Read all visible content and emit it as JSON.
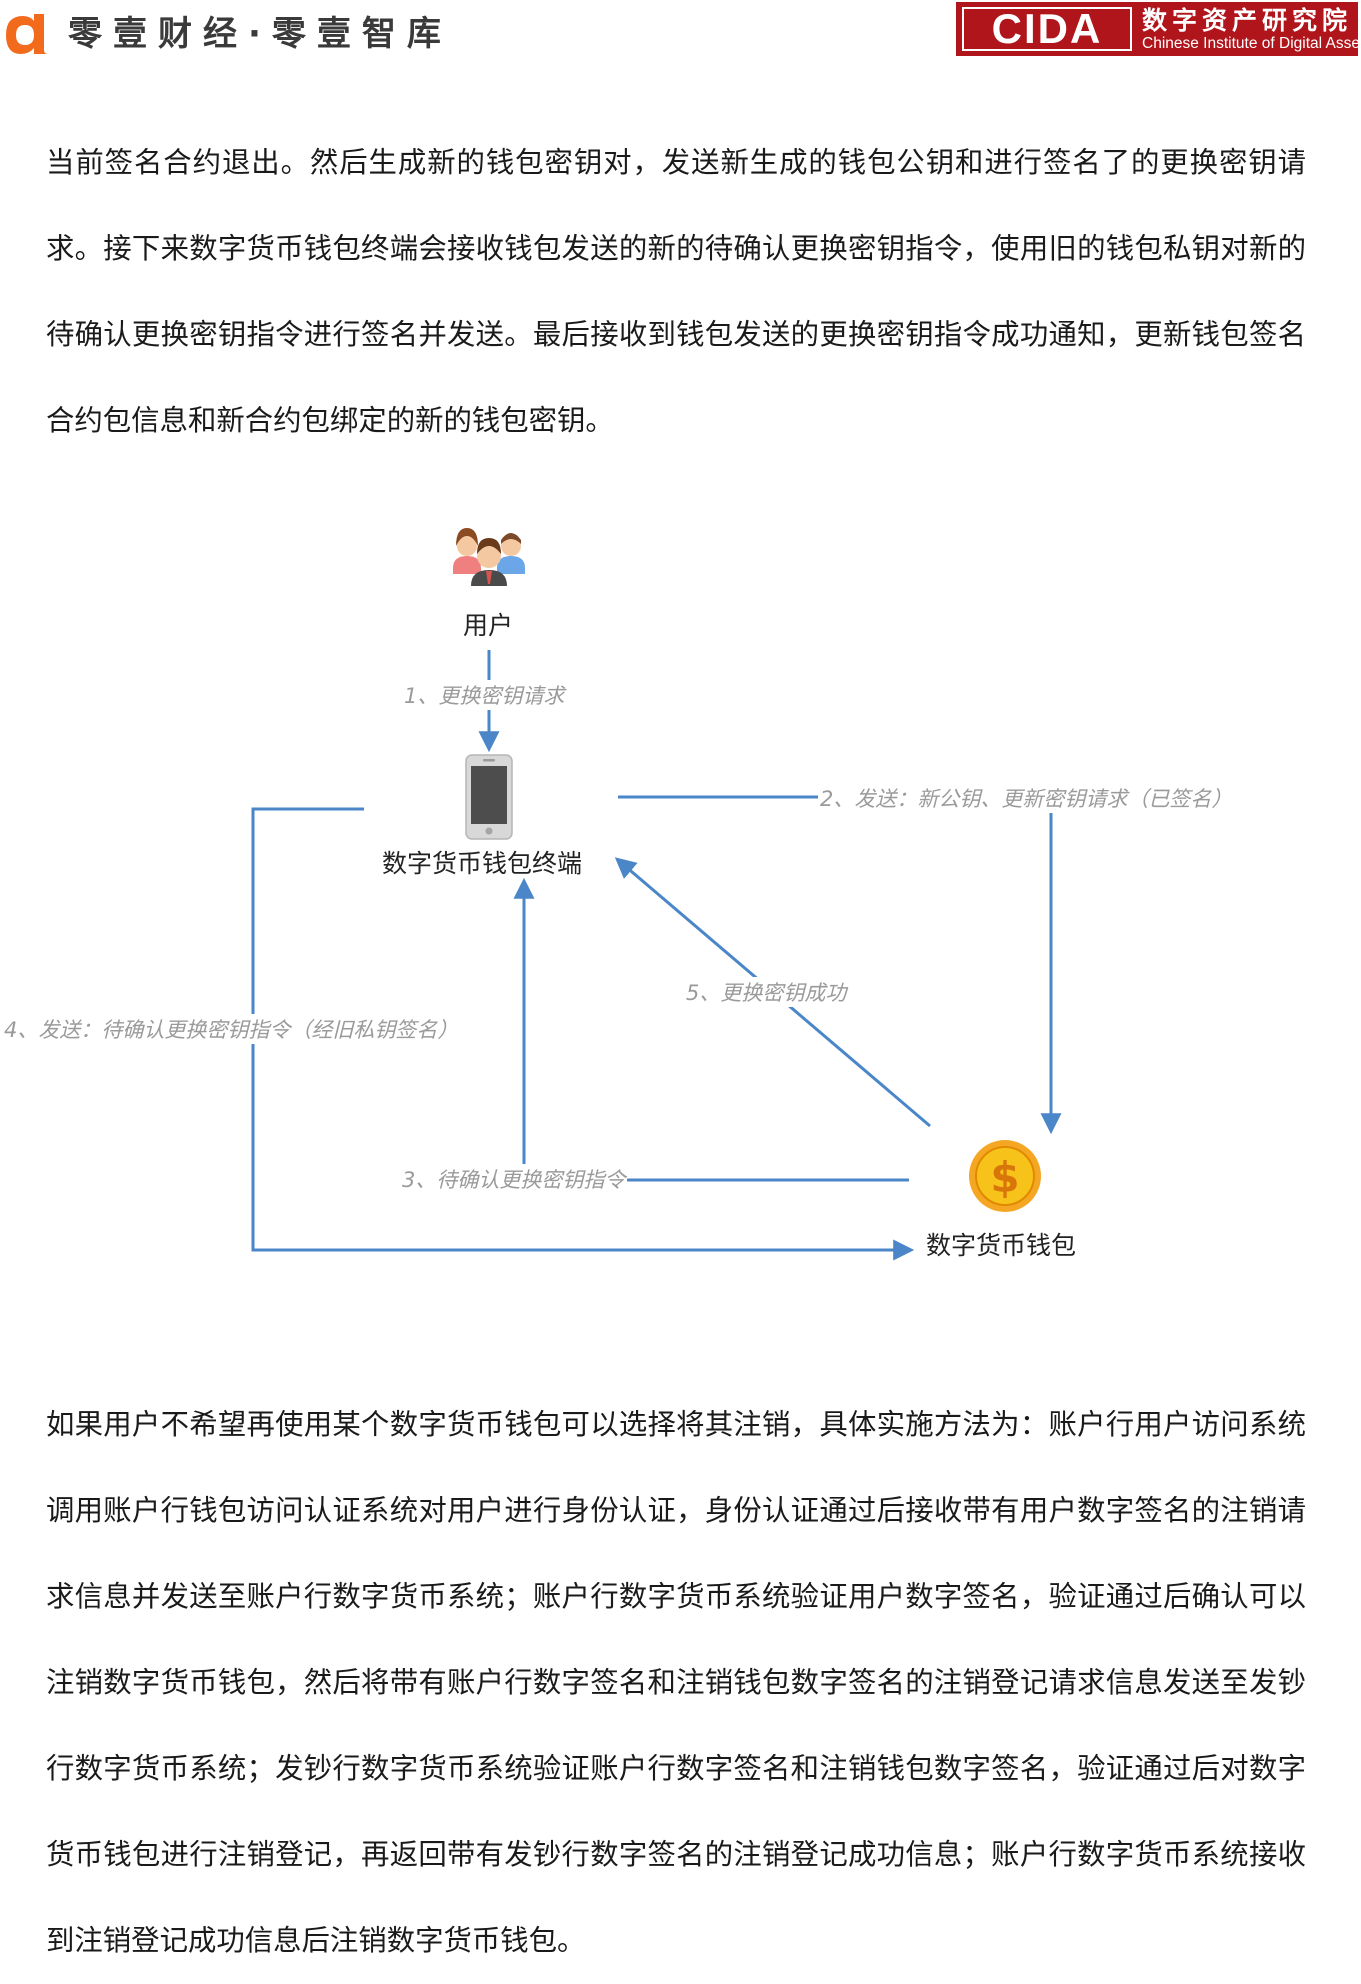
{
  "header": {
    "brand": "零壹财经·零壹智库",
    "cida_mark": "CIDA",
    "cida_cn": "数字资产研究院",
    "cida_en": "Chinese Institute of Digital Assets",
    "brand_color": "#f26b1d",
    "cida_color": "#b0151c"
  },
  "paragraphs": {
    "p1": "当前签名合约退出。然后生成新的钱包密钥对，发送新生成的钱包公钥和进行签名了的更换密钥请求。接下来数字货币钱包终端会接收钱包发送的新的待确认更换密钥指令，使用旧的钱包私钥对新的待确认更换密钥指令进行签名并发送。最后接收到钱包发送的更换密钥指令成功通知，更新钱包签名合约包信息和新合约包绑定的新的钱包密钥。",
    "p2": "如果用户不希望再使用某个数字货币钱包可以选择将其注销，具体实施方法为：账户行用户访问系统调用账户行钱包访问认证系统对用户进行身份认证，身份认证通过后接收带有用户数字签名的注销请求信息并发送至账户行数字货币系统；账户行数字货币系统验证用户数字签名，验证通过后确认可以注销数字货币钱包，然后将带有账户行数字签名和注销钱包数字签名的注销登记请求信息发送至发钞行数字货币系统；发钞行数字货币系统验证账户行数字签名和注销钱包数字签名，验证通过后对数字货币钱包进行注销登记，再返回带有发钞行数字签名的注销登记成功信息；账户行数字货币系统接收到注销登记成功信息后注销数字货币钱包。"
  },
  "diagram": {
    "nodes": {
      "user": "用户",
      "terminal": "数字货币钱包终端",
      "wallet": "数字货币钱包"
    },
    "edges": {
      "e1": "1、更换密钥请求",
      "e2": "2、发送：新公钥、更新密钥请求（已签名）",
      "e3": "3、待确认更换密钥指令",
      "e4": "4、发送：待确认更换密钥指令（经旧私钥签名）",
      "e5": "5、更换密钥成功"
    },
    "coin_symbol": "$",
    "arrow_color": "#4a86c8",
    "coin_color": "#f5a623"
  }
}
